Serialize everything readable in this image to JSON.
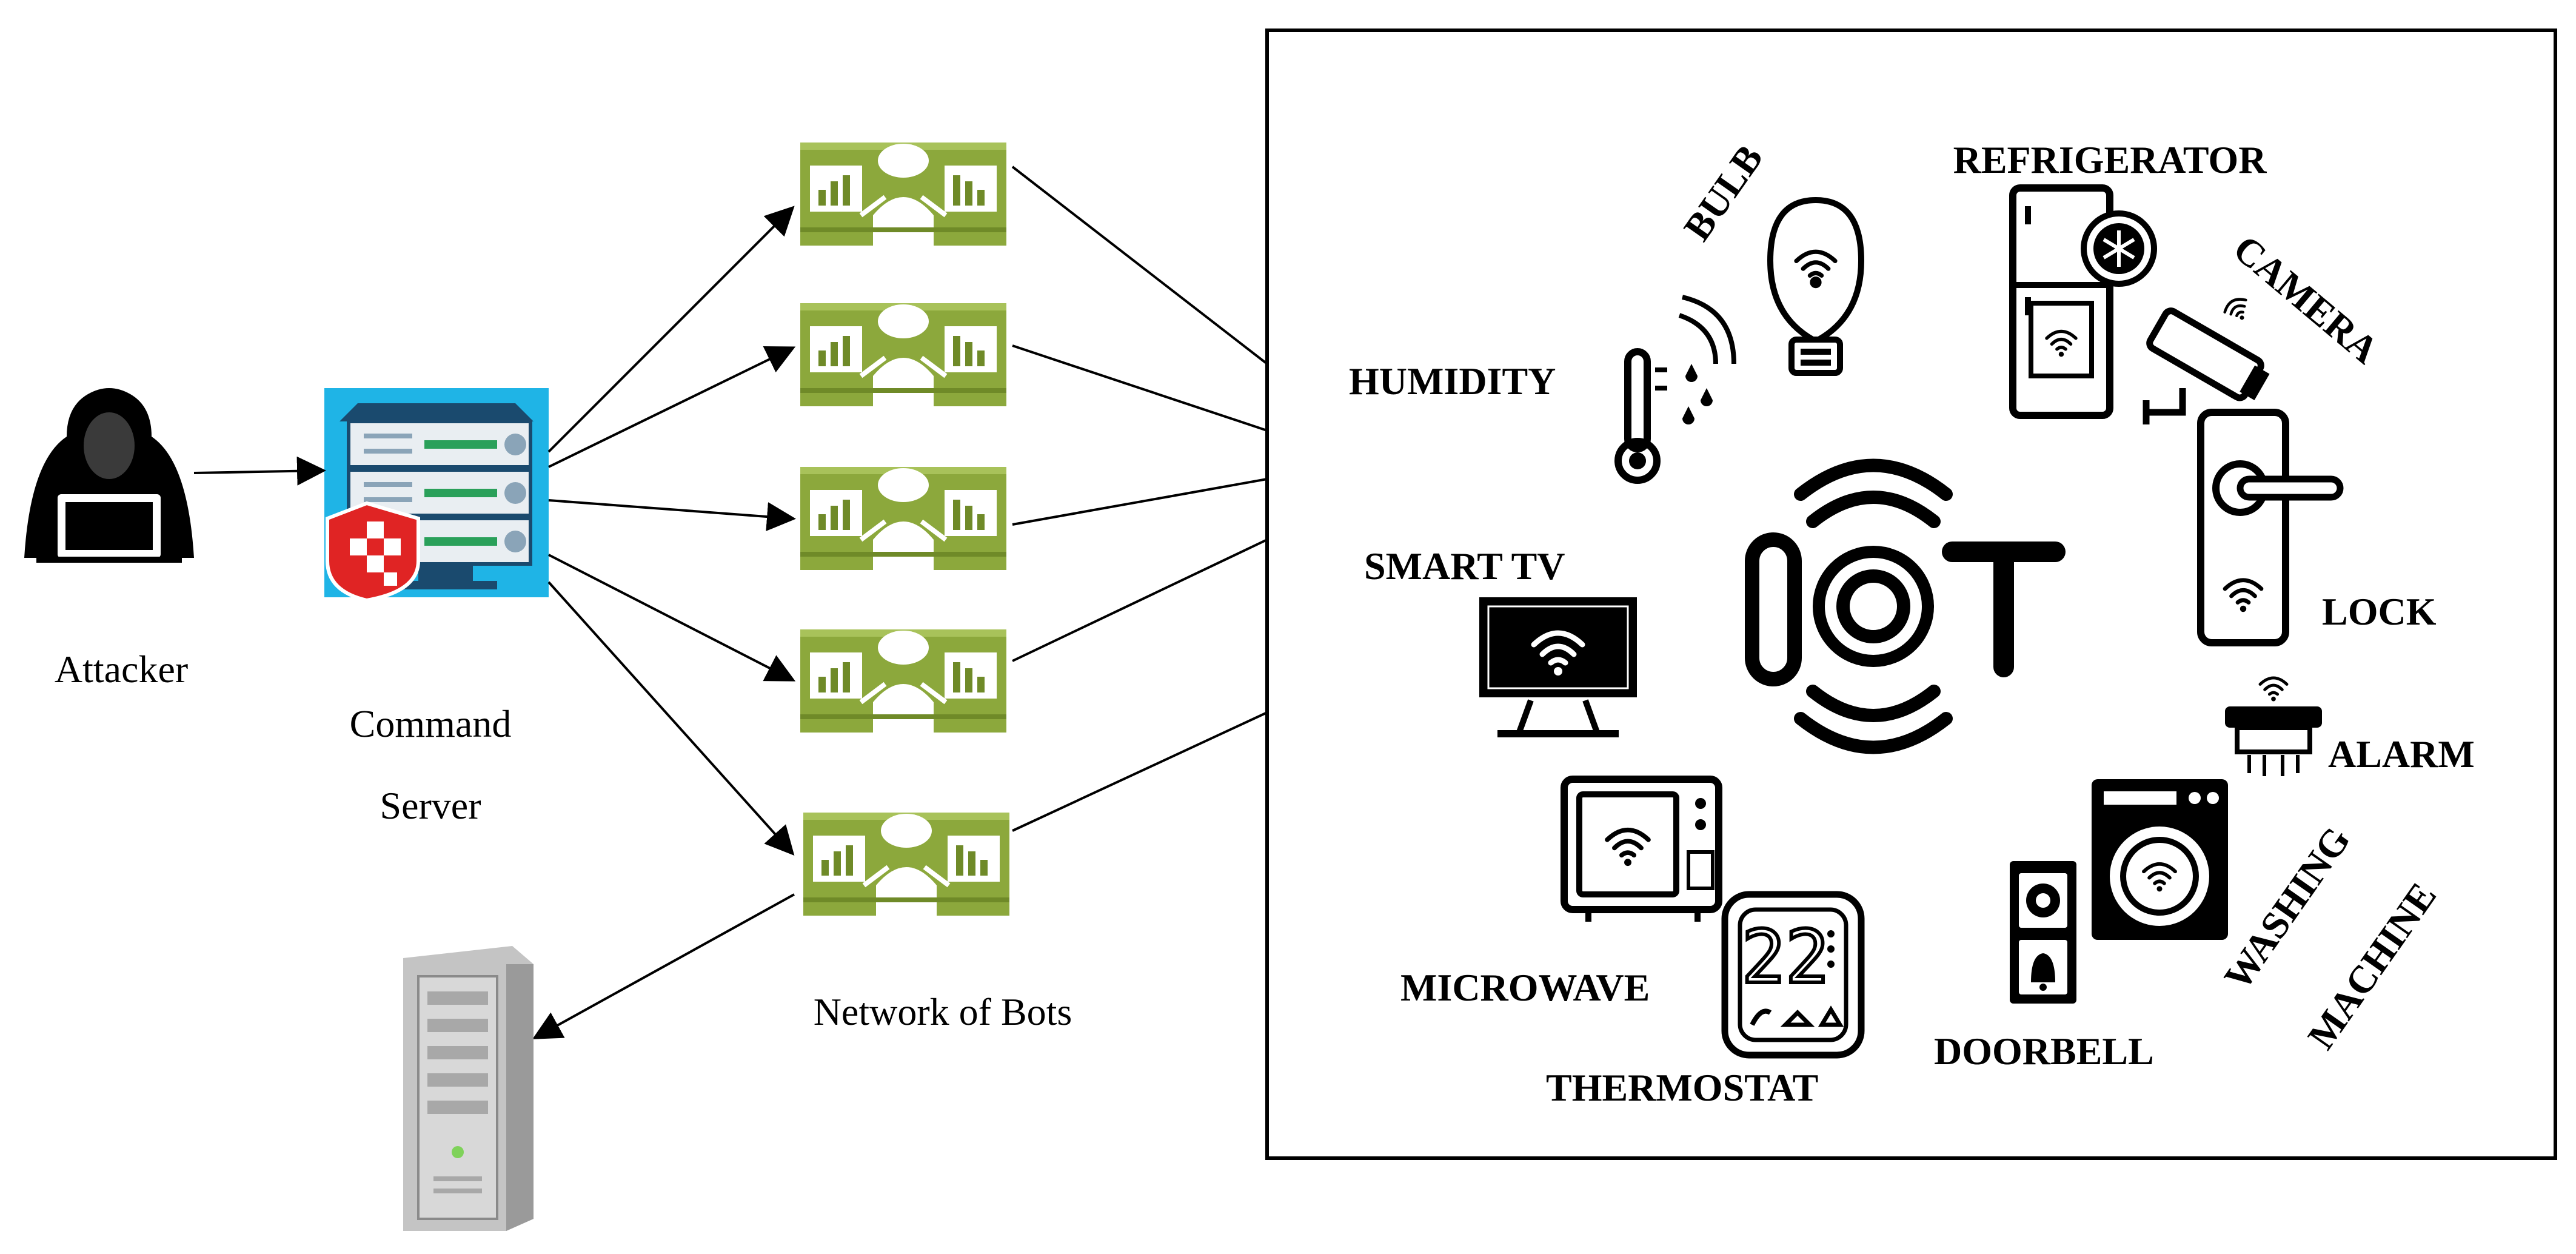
{
  "labels": {
    "attacker": "Attacker",
    "command_server_line1": "Command",
    "command_server_line2": "Server",
    "network_of_bots": "Network of Bots"
  },
  "devices": {
    "bulb": "BULB",
    "refrigerator": "REFRIGERATOR",
    "camera": "CAMERA",
    "humidity": "HUMIDITY",
    "lock": "LOCK",
    "smart_tv": "SMART TV",
    "alarm": "ALARM",
    "washing": "WASHING",
    "machine": "MACHINE",
    "microwave": "MICROWAVE",
    "doorbell": "DOORBELL",
    "thermostat": "THERMOSTAT",
    "thermostat_display": "22"
  },
  "colors": {
    "bot_green": "#8ca83c",
    "bot_green_dark": "#6f8a28",
    "server_blue": "#1fb4e6",
    "shield_red": "#e02424",
    "stroke": "#000000"
  }
}
